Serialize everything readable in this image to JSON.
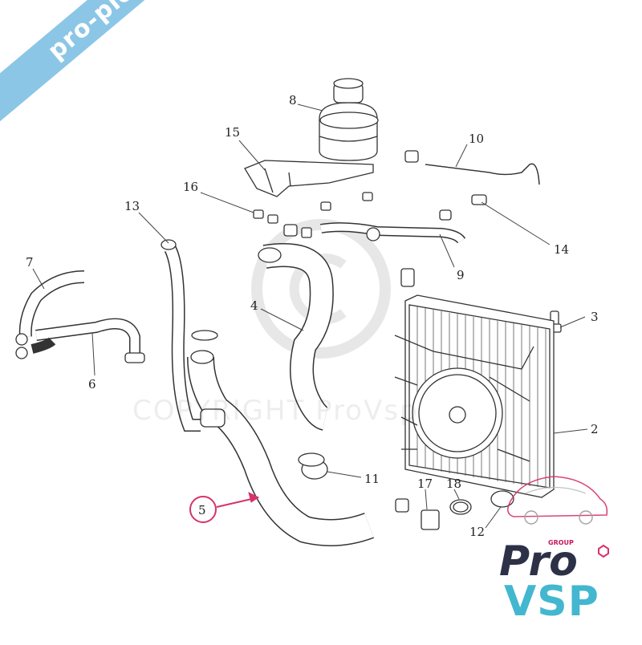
{
  "watermark": {
    "banner_text": "pro-piece-vsp.com",
    "copyright_text": "COPYRIGHT ProVsp"
  },
  "logo": {
    "pro": "Pro",
    "vsp": "VSP",
    "group": "GROUP"
  },
  "callouts": {
    "c1": "2",
    "c2": "3",
    "c3": "4",
    "c4": "5",
    "c5": "6",
    "c6": "7",
    "c7": "8",
    "c8": "9",
    "c9": "10",
    "c10": "11",
    "c11": "12",
    "c12": "13",
    "c13": "14",
    "c14": "15",
    "c15": "16",
    "c16": "17",
    "c17": "18"
  },
  "colors": {
    "banner": "#8cc6e6",
    "highlight": "#d6336c",
    "logo_dark": "#2d3147",
    "logo_light": "#43b7cf"
  }
}
